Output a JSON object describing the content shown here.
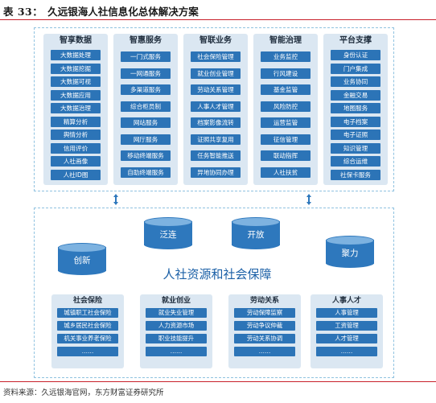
{
  "header": {
    "label": "表 33：",
    "title": "久远银海人社信息化总体解决方案"
  },
  "top_columns": [
    {
      "title": "智享数据",
      "items": [
        "大数据处理",
        "大数据挖掘",
        "大数据可视",
        "大数据应用",
        "大数据治理",
        "精算分析",
        "舆情分析",
        "信用评价",
        "人社画像",
        "人社ID图"
      ]
    },
    {
      "title": "智惠服务",
      "items": [
        "一门式服务",
        "一网通服务",
        "多渠道服务",
        "综合柜员制",
        "网站服务",
        "网厅服务",
        "移动终端服务",
        "自助终端服务"
      ]
    },
    {
      "title": "智联业务",
      "items": [
        "社会保险管理",
        "就业创业管理",
        "劳动关系管理",
        "人事人才管理",
        "档案影像流转",
        "证照共享复用",
        "任务智能推送",
        "异地协同办理"
      ]
    },
    {
      "title": "智能治理",
      "items": [
        "业务监控",
        "行风建设",
        "基金监管",
        "风险防控",
        "运营监管",
        "征信管理",
        "联动指挥",
        "人社扶贫"
      ]
    },
    {
      "title": "平台支撑",
      "items": [
        "身份认证",
        "门户集成",
        "业务协同",
        "金融交易",
        "地图服务",
        "电子档案",
        "电子证照",
        "知识管理",
        "综合运维",
        "社保卡服务"
      ]
    }
  ],
  "pillars": [
    "创新",
    "泛连",
    "开放",
    "聚力"
  ],
  "center_title": "人社资源和社会保障",
  "bottom_cards": [
    {
      "title": "社会保险",
      "items": [
        "城镇职工社会保险",
        "城乡居民社会保险",
        "机关事业养老保险",
        "……"
      ]
    },
    {
      "title": "就业创业",
      "items": [
        "就业失业管理",
        "人力资源市场",
        "职业技能提升",
        "……"
      ]
    },
    {
      "title": "劳动关系",
      "items": [
        "劳动保障监察",
        "劳动争议仲裁",
        "劳动关系协调",
        "……"
      ]
    },
    {
      "title": "人事人才",
      "items": [
        "人事管理",
        "工资管理",
        "人才管理",
        "……"
      ]
    }
  ],
  "source": "资料来源：久远银海官网，东方财富证券研究所",
  "colors": {
    "accent": "#2c74b7",
    "panel_fill": "#dbe7f2",
    "rule": "#c8202a"
  }
}
